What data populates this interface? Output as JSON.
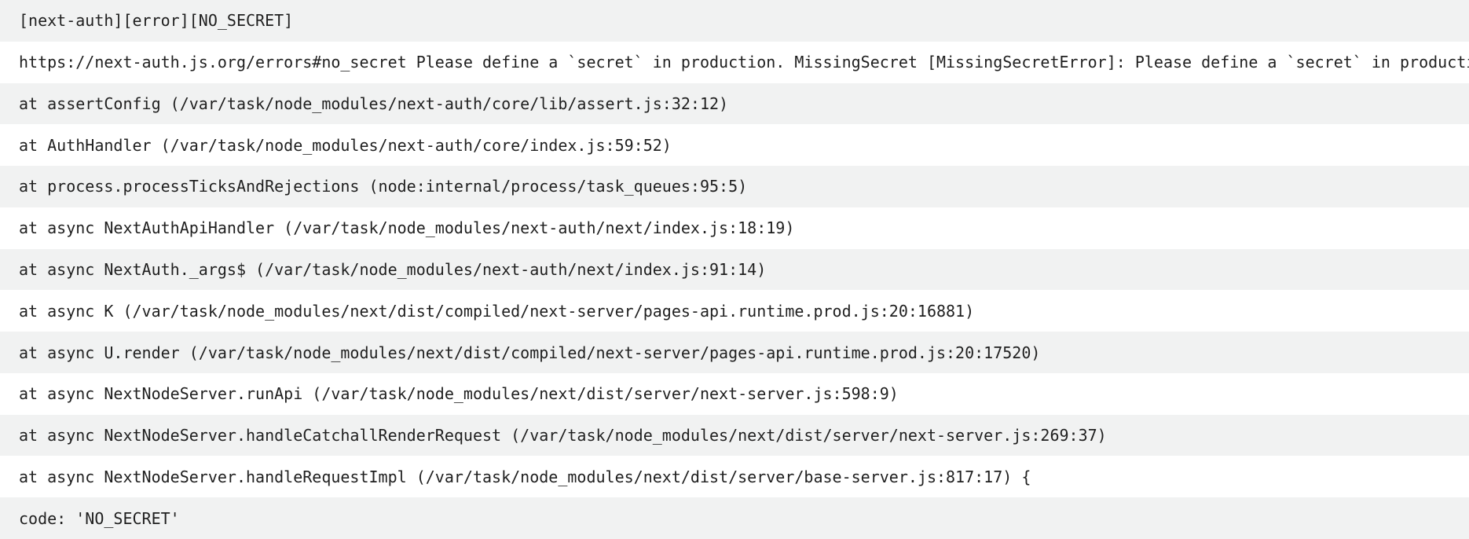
{
  "log": {
    "lines": [
      "[next-auth][error][NO_SECRET]",
      "https://next-auth.js.org/errors#no_secret Please define a `secret` in production. MissingSecret [MissingSecretError]: Please define a `secret` in production.",
      "at assertConfig (/var/task/node_modules/next-auth/core/lib/assert.js:32:12)",
      "at AuthHandler (/var/task/node_modules/next-auth/core/index.js:59:52)",
      "at process.processTicksAndRejections (node:internal/process/task_queues:95:5)",
      "at async NextAuthApiHandler (/var/task/node_modules/next-auth/next/index.js:18:19)",
      "at async NextAuth._args$ (/var/task/node_modules/next-auth/next/index.js:91:14)",
      "at async K (/var/task/node_modules/next/dist/compiled/next-server/pages-api.runtime.prod.js:20:16881)",
      "at async U.render (/var/task/node_modules/next/dist/compiled/next-server/pages-api.runtime.prod.js:20:17520)",
      "at async NextNodeServer.runApi (/var/task/node_modules/next/dist/server/next-server.js:598:9)",
      "at async NextNodeServer.handleCatchallRenderRequest (/var/task/node_modules/next/dist/server/next-server.js:269:37)",
      "at async NextNodeServer.handleRequestImpl (/var/task/node_modules/next/dist/server/base-server.js:817:17) {",
      "code: 'NO_SECRET'"
    ]
  }
}
